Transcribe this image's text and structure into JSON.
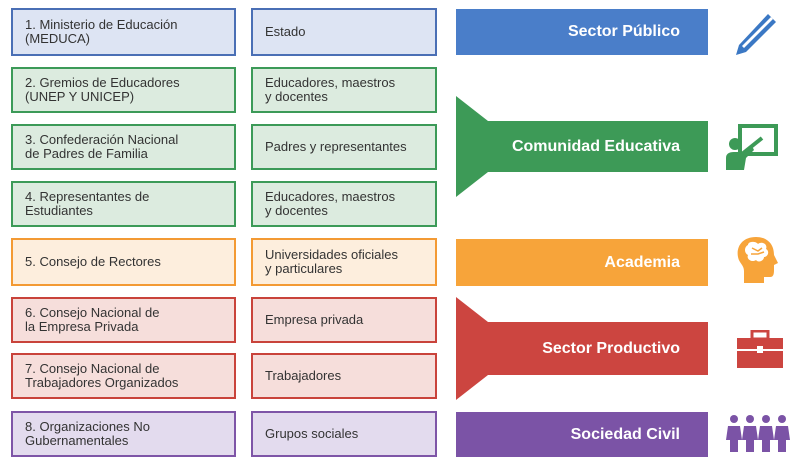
{
  "rows": [
    {
      "left": "1. Ministerio de Educación\n(MEDUCA)",
      "right": "Estado"
    },
    {
      "left": "2. Gremios de Educadores\n(UNEP Y UNICEP)",
      "right": "Educadores, maestros\ny docentes"
    },
    {
      "left": "3. Confederación Nacional\nde Padres de Familia",
      "right": "Padres y representantes"
    },
    {
      "left": "4. Representantes de\nEstudiantes",
      "right": "Educadores, maestros\ny docentes"
    },
    {
      "left": "5. Consejo de Rectores",
      "right": "Universidades oficiales\ny particulares"
    },
    {
      "left": "6. Consejo Nacional de\nla Empresa Privada",
      "right": "Empresa privada"
    },
    {
      "left": "7. Consejo Nacional de\nTrabajadores Organizados",
      "right": "Trabajadores"
    },
    {
      "left": "8. Organizaciones No\nGubernamentales",
      "right": "Grupos sociales"
    }
  ],
  "sectors": [
    {
      "label": "Sector Público",
      "icon": "pencil-icon",
      "color": "#4a7ec9"
    },
    {
      "label": "Comunidad Educativa",
      "icon": "teacher-board-icon",
      "color": "#3d9a57"
    },
    {
      "label": "Academia",
      "icon": "brain-head-icon",
      "color": "#f7a43a"
    },
    {
      "label": "Sector Productivo",
      "icon": "briefcase-icon",
      "color": "#cc4540"
    },
    {
      "label": "Sociedad Civil",
      "icon": "people-group-icon",
      "color": "#7b53a6"
    }
  ]
}
